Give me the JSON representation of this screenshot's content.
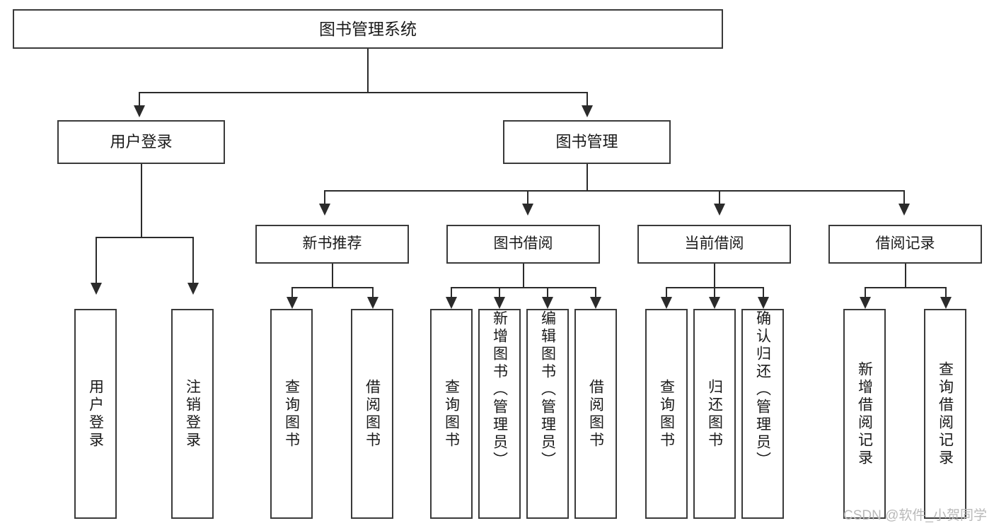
{
  "diagram": {
    "title": "图书管理系统",
    "type": "hierarchy-tree",
    "root": {
      "id": "root",
      "label": "图书管理系统"
    },
    "level2": [
      {
        "id": "user-login",
        "label": "用户登录"
      },
      {
        "id": "book-management",
        "label": "图书管理"
      }
    ],
    "level3": [
      {
        "id": "new-book-recommend",
        "label": "新书推荐"
      },
      {
        "id": "book-borrow",
        "label": "图书借阅"
      },
      {
        "id": "current-borrow",
        "label": "当前借阅"
      },
      {
        "id": "borrow-record",
        "label": "借阅记录"
      }
    ],
    "leaves": {
      "user_login": [
        {
          "id": "leaf-user-login",
          "label": "用户登录"
        },
        {
          "id": "leaf-logout",
          "label": "注销登录"
        }
      ],
      "new_book_recommend": [
        {
          "id": "leaf-query-book-1",
          "label": "查询图书"
        },
        {
          "id": "leaf-borrow-book-1",
          "label": "借阅图书"
        }
      ],
      "book_borrow": [
        {
          "id": "leaf-query-book-2",
          "label": "查询图书"
        },
        {
          "id": "leaf-add-book",
          "label": "新增图书（管理员）"
        },
        {
          "id": "leaf-edit-book",
          "label": "编辑图书（管理员）"
        },
        {
          "id": "leaf-borrow-book-2",
          "label": "借阅图书"
        }
      ],
      "current_borrow": [
        {
          "id": "leaf-query-book-3",
          "label": "查询图书"
        },
        {
          "id": "leaf-return-book",
          "label": "归还图书"
        },
        {
          "id": "leaf-confirm-return",
          "label": "确认归还（管理员）"
        }
      ],
      "borrow_record": [
        {
          "id": "leaf-add-record",
          "label": "新增借阅记录"
        },
        {
          "id": "leaf-query-record",
          "label": "查询借阅记录"
        }
      ]
    }
  },
  "watermark": {
    "text": "CSDN @软件_小贺同学"
  },
  "colors": {
    "box_border": "#3a3a3a",
    "connector": "#2b2b2b",
    "text": "#1a1a1a",
    "background": "#ffffff",
    "watermark": "#b9b9b9"
  }
}
